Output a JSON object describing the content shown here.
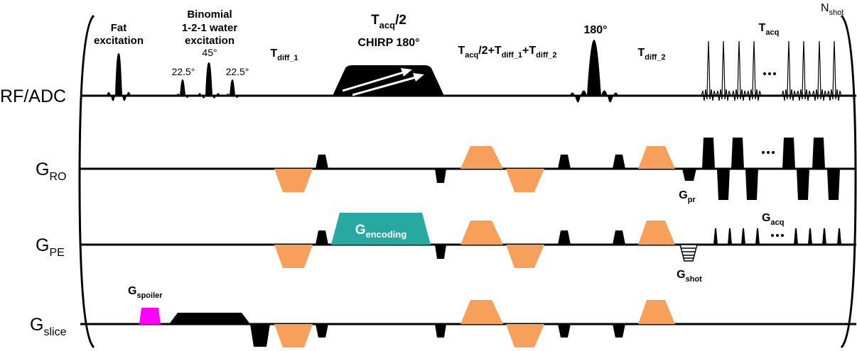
{
  "colors": {
    "diffusion": "#f7a05c",
    "encoding": "#27a8a0",
    "spoiler": "#ff00ff",
    "pulse": "#000000"
  },
  "rows": {
    "rf": "RF/ADC",
    "ro": {
      "base": "G",
      "sub": "RO"
    },
    "pe": {
      "base": "G",
      "sub": "PE"
    },
    "slice": {
      "base": "G",
      "sub": "slice"
    }
  },
  "labels": {
    "fat": [
      "Fat",
      "excitation"
    ],
    "binomial": [
      "Binomial",
      "1-2-1 water",
      "excitation"
    ],
    "angle_45": "45°",
    "angle_22_left": "22.5°",
    "angle_22_right": "22.5°",
    "tdiff1": {
      "base": "T",
      "sub": "diff_1"
    },
    "tacq_half": {
      "base": "T",
      "sub": "acq",
      "tail": "/2"
    },
    "chirp": "CHIRP 180°",
    "tacq_sum": {
      "p1": "T",
      "s1": "acq",
      "p2": "/2+T",
      "s2": "diff_1",
      "p3": "+T",
      "s3": "diff_2"
    },
    "refocus": "180°",
    "tdiff2": {
      "base": "T",
      "sub": "diff_2"
    },
    "tacq": {
      "base": "T",
      "sub": "acq"
    },
    "nshot": {
      "base": "N",
      "sub": "shot"
    },
    "dots_rf": "...",
    "dots_ro": "...",
    "dots_pe": "...",
    "gpr": {
      "base": "G",
      "sub": "pr"
    },
    "gacq": {
      "base": "G",
      "sub": "acq"
    },
    "gshot": {
      "base": "G",
      "sub": "shot"
    },
    "gencoding": {
      "base": "G",
      "sub": "encoding"
    },
    "gspoiler": {
      "base": "G",
      "sub": "spoiler"
    }
  }
}
